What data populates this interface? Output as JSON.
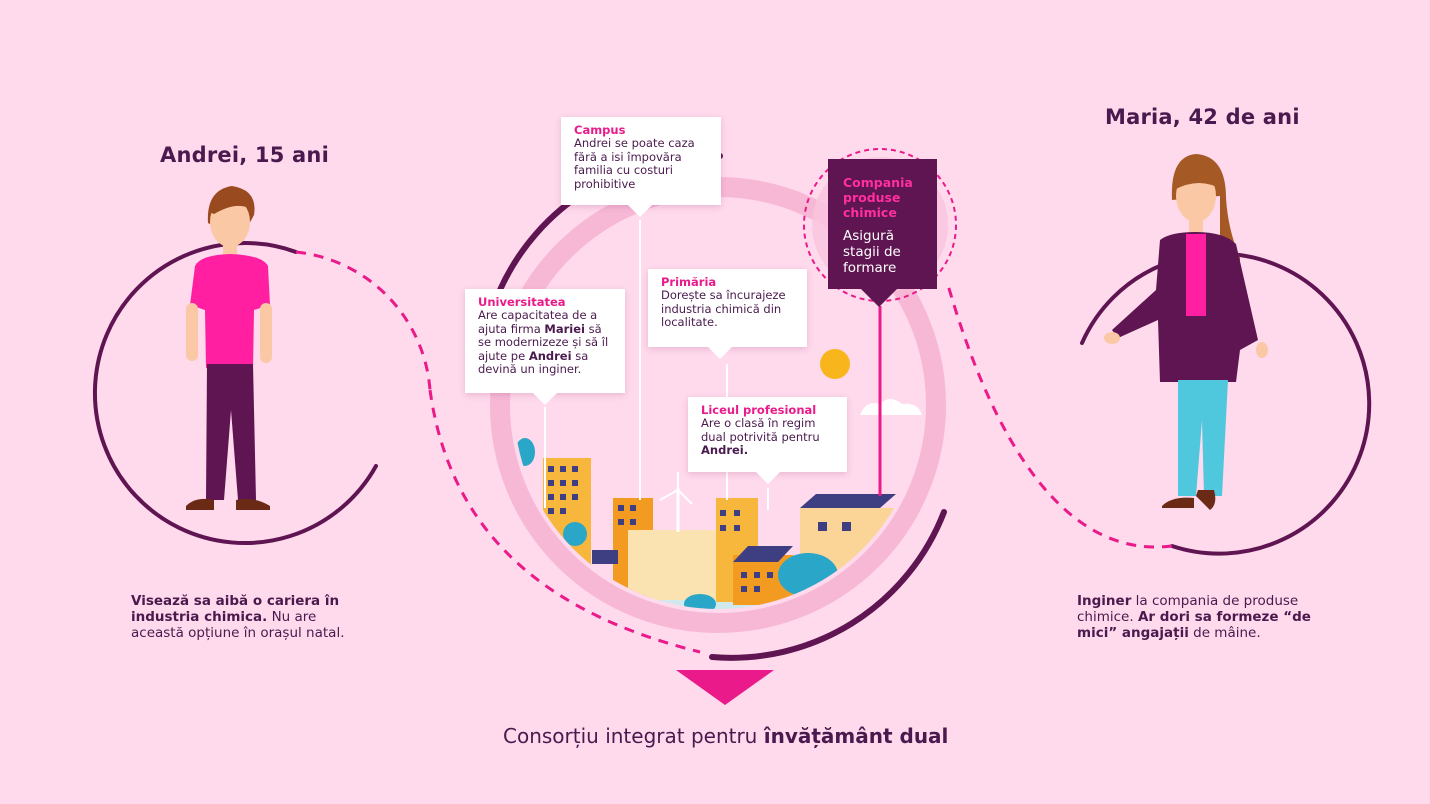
{
  "andrei": {
    "name": "Andrei, 15 ani",
    "desc_bold": "Visează sa aibă o cariera în industria chimica.",
    "desc_rest": " Nu are această opțiune în orașul natal."
  },
  "maria": {
    "name": "Maria, 42 de ani",
    "desc_b1": "Inginer",
    "desc_t1": " la compania de produse chimice. ",
    "desc_b2": "Ar dori sa formeze “de mici” angajații",
    "desc_t2": " de mâine."
  },
  "cards": {
    "campus": {
      "title": "Campus",
      "text": "Andrei se poate caza fără a isi împovăra familia cu costuri prohibitive"
    },
    "universitatea": {
      "title": "Universitatea",
      "t1": "Are capacitatea de a ajuta firma ",
      "b1": "Mariei",
      "t2": " să se modernizeze și să îl ajute pe ",
      "b2": "Andrei",
      "t3": " sa devină un inginer."
    },
    "primaria": {
      "title": "Primăria",
      "text": "Dorește sa încurajeze industria chimică din localitate."
    },
    "liceul": {
      "title": "Liceul profesional",
      "text": "Are o clasă în regim dual potrivită pentru ",
      "bold": "Andrei."
    },
    "compania": {
      "title": "Compania produse chimice",
      "text": "Asigură stagii de formare"
    }
  },
  "footer": {
    "text": "Consorțiu integrat pentru ",
    "bold": "învățământ dual"
  },
  "colors": {
    "background": "#ffd9ec",
    "dark_purple": "#5e1551",
    "magenta": "#ea1a8a",
    "ring_pink": "#f7b8d6",
    "text": "#4a1a4e"
  }
}
